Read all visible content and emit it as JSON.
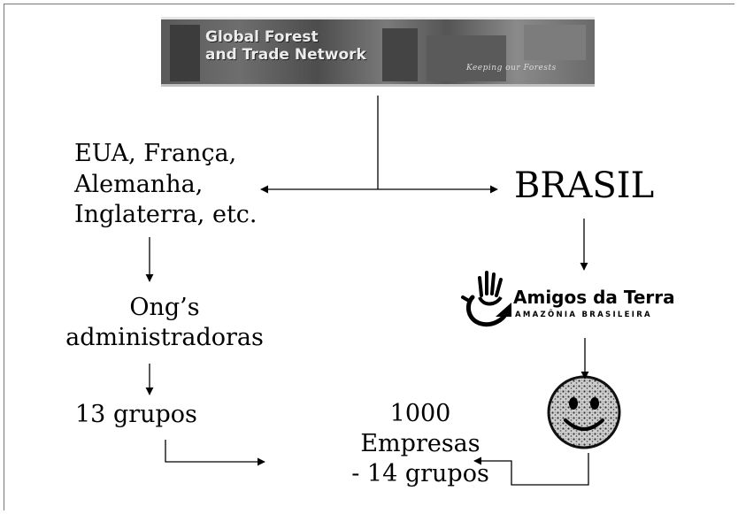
{
  "banner": {
    "title": "Global Forest\nand Trade Network",
    "tagline": "Keeping our Forests"
  },
  "nodes": {
    "countries": [
      "EUA, França,",
      "Alemanha,",
      "Inglaterra, etc."
    ],
    "brasil": "BRASIL",
    "ongs": [
      "Ong’s",
      "administradoras"
    ],
    "grupos13": "13 grupos",
    "empresas": [
      "1000",
      "Empresas",
      "- 14 grupos"
    ]
  },
  "logo": {
    "name": "Amigos da Terra",
    "subtitle": "AMAZÔNIA BRASILEIRA"
  },
  "icons": [
    "hand-logo-icon",
    "smiley-icon"
  ],
  "colors": {
    "text": "#000000",
    "background": "#ffffff"
  }
}
